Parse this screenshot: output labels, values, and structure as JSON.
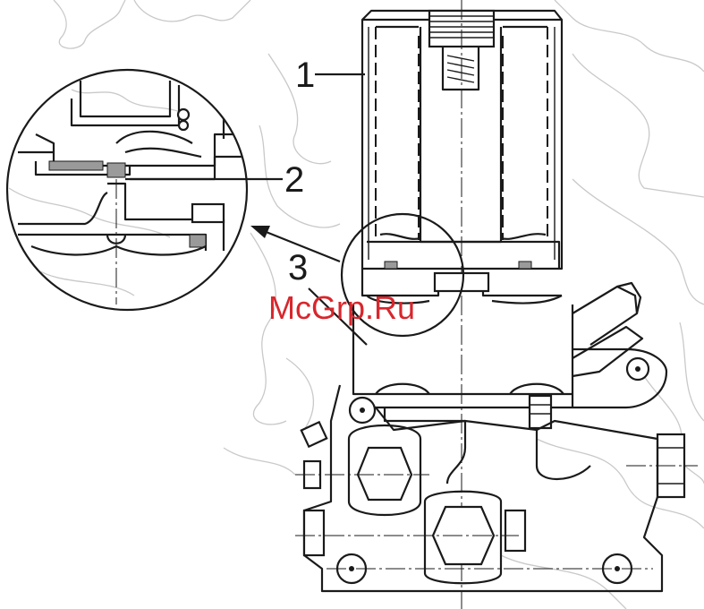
{
  "callouts": [
    {
      "id": "1",
      "label": "1"
    },
    {
      "id": "2",
      "label": "2"
    },
    {
      "id": "3",
      "label": "3"
    }
  ],
  "watermark": "McGrp.Ru",
  "colors": {
    "line": "#1a1a1a",
    "background_line": "#c9c9c9",
    "watermark": "#d8262c"
  }
}
